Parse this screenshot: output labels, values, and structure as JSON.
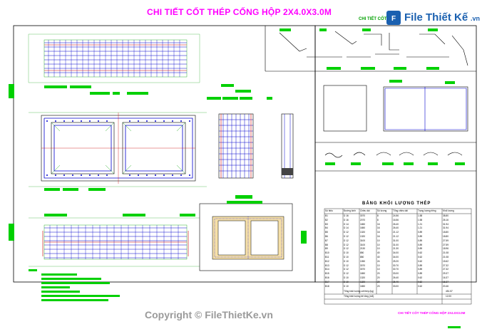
{
  "drawing": {
    "main_title": "CHI TIẾT CỐT THÉP CỐNG HỘP 2X4.0X3.0M",
    "small_title": "CHI TIẾT CỐT",
    "table_title": "BẢNG KHỐI LƯỢNG THÉP",
    "footer_stamp": "CHI TIẾT CỐT THÉP CỐNG HỘP 2X4.0X3.0M",
    "table": {
      "headers": [
        "Số hiệu",
        "Đường kính",
        "Chiều dài",
        "Số lượng",
        "Tổng chiều dài",
        "Trọng lượng riêng",
        "Khối lượng"
      ],
      "rows": [
        [
          "B1",
          "D 16",
          "3070",
          "8",
          "24.56",
          "1.58",
          "38.80"
        ],
        [
          "B2",
          "D 16",
          "2070",
          "8",
          "16.56",
          "1.58",
          "26.16"
        ],
        [
          "B3",
          "D 14",
          "1650",
          "16",
          "26.40",
          "1.21",
          "31.94"
        ],
        [
          "B4",
          "D 14",
          "1650",
          "16",
          "26.40",
          "1.21",
          "31.94"
        ],
        [
          "B5",
          "D 12",
          "1320",
          "16",
          "21.12",
          "0.89",
          "18.80"
        ],
        [
          "B6",
          "D 12",
          "1320",
          "16",
          "21.12",
          "0.89",
          "18.80"
        ],
        [
          "B7",
          "D 12",
          "3100",
          "10",
          "31.00",
          "0.89",
          "27.59"
        ],
        [
          "B8",
          "D 12",
          "3100",
          "10",
          "31.00",
          "0.89",
          "27.59"
        ],
        [
          "B9",
          "D 12",
          "2130",
          "10",
          "21.30",
          "0.89",
          "18.96"
        ],
        [
          "B10",
          "D 10",
          "850",
          "40",
          "34.00",
          "0.62",
          "21.08"
        ],
        [
          "B11",
          "D 10",
          "850",
          "40",
          "34.00",
          "0.62",
          "21.08"
        ],
        [
          "B12",
          "D 10",
          "1050",
          "24",
          "25.20",
          "0.62",
          "15.62"
        ],
        [
          "B13",
          "D 12",
          "3070",
          "10",
          "30.70",
          "0.89",
          "27.32"
        ],
        [
          "B14",
          "D 12",
          "3070",
          "10",
          "30.70",
          "0.89",
          "27.32"
        ],
        [
          "B15",
          "D 12",
          "1650",
          "20",
          "33.00",
          "0.89",
          "29.37"
        ],
        [
          "B16",
          "D 10",
          "1320",
          "20",
          "26.40",
          "0.62",
          "16.37"
        ],
        [
          "B17",
          "D 10",
          "1320",
          "20",
          "26.40",
          "0.62",
          "16.37"
        ],
        [
          "B18",
          "D 10",
          "1650",
          "20",
          "33.00",
          "0.62",
          "20.46"
        ]
      ],
      "total_label_1": "Tổng khối lượng cốt thép (kg)",
      "total_value_1": "451.57",
      "total_label_2": "Tổng khối lượng bê tông (m3)",
      "total_value_2": "12.00"
    },
    "colors": {
      "frame": "#000000",
      "rebar_main": "#0000cc",
      "rebar_stirrup": "#cc0000",
      "dims": "#00a000",
      "tag": "#00d000",
      "title": "#ff00ff",
      "hatch": "#e8c070"
    }
  },
  "watermark": {
    "logo_text": "File Thiết Kế",
    "logo_suffix": ".vn",
    "copyright": "Copyright © FileThietKe.vn"
  }
}
